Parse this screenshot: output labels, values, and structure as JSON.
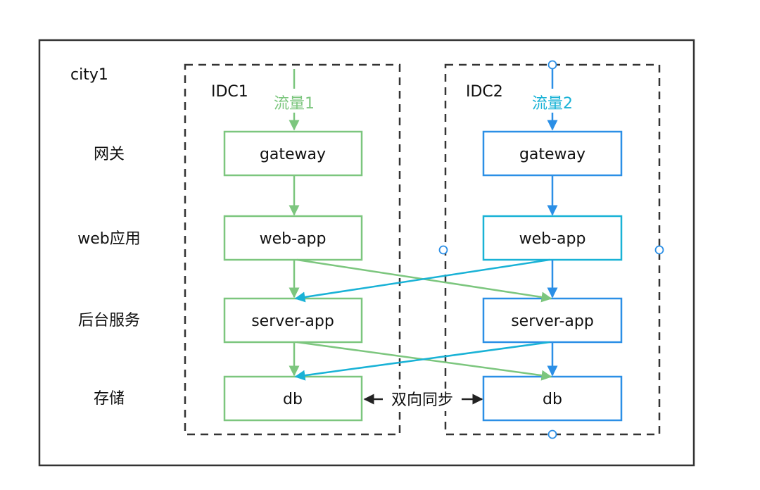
{
  "region": {
    "label": "city1"
  },
  "rows": {
    "gateway": "网关",
    "web": "web应用",
    "server": "后台服务",
    "storage": "存储"
  },
  "idc1": {
    "label": "IDC1",
    "traffic": "流量1",
    "color": "#7cc67e",
    "nodes": {
      "gateway": "gateway",
      "web": "web-app",
      "server": "server-app",
      "db": "db"
    }
  },
  "idc2": {
    "label": "IDC2",
    "traffic": "流量2",
    "color": "#2b8fe6",
    "traffic_color": "#19b2d6",
    "nodes": {
      "gateway": "gateway",
      "web": "web-app",
      "server": "server-app",
      "db": "db"
    }
  },
  "sync": {
    "label": "双向同步"
  },
  "colors": {
    "frame": "#333333",
    "dashed": "#333333",
    "cross_green": "#7cc67e",
    "cross_cyan": "#19b2d6",
    "handle": "#2b8fe6"
  }
}
